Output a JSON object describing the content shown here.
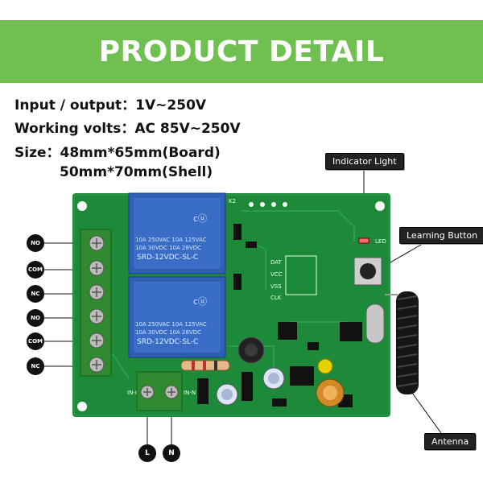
{
  "banner": {
    "title": "PRODUCT DETAIL"
  },
  "specs": {
    "io": "Input / output：1V~250V",
    "volts": "Working volts：AC 85V~250V",
    "size_board": "Size：48mm*65mm(Board)",
    "size_shell": "50mm*70mm(Shell)"
  },
  "callouts": {
    "indicator": "Indicator Light",
    "learning": "Learning Button",
    "antenna": "Antenna"
  },
  "terminals_left": [
    "NO",
    "COM",
    "NC",
    "NO",
    "COM",
    "NC"
  ],
  "terminals_bottom": [
    "L",
    "N"
  ],
  "relay": {
    "line1": "10A 250VAC  10A 125VAC",
    "line2": "10A  30VDC  10A  28VDC",
    "model": "SRD-12VDC-SL-C"
  },
  "silkscreen": {
    "dat": "DAT",
    "vcc": "VCC",
    "vss": "VSS",
    "clk": "CLK",
    "led": "LED",
    "k2": "K2",
    "in_l": "IN-L",
    "in_n": "IN-N"
  },
  "colors": {
    "banner": "#6fc051",
    "pcb": "#1d8a3a",
    "relay": "#2e5fb5"
  }
}
